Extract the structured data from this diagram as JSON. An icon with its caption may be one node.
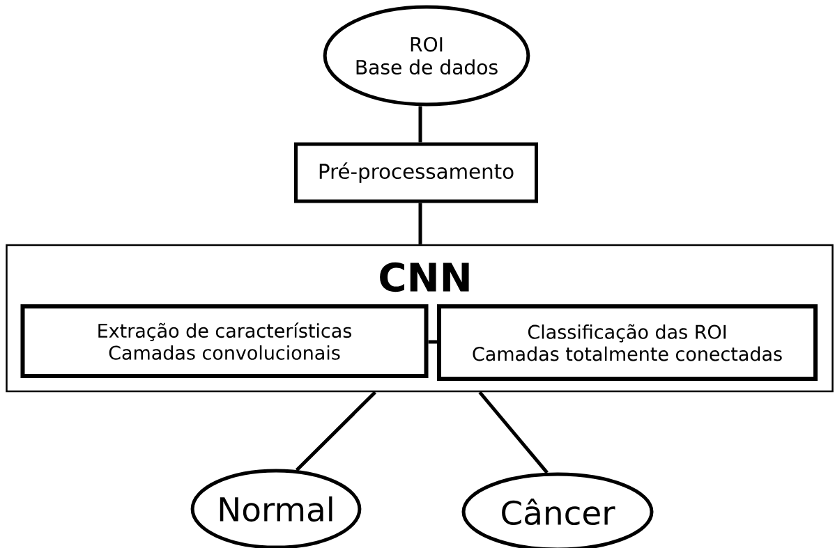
{
  "diagram": {
    "nodes": [
      {
        "text": [
          "ROI",
          "Base de dados"
        ]
      },
      {
        "text": [
          "Pré-processamento"
        ]
      },
      {
        "text": [
          "CNN"
        ]
      },
      {
        "text": [
          "Extração de características",
          "Camadas convolucionais"
        ],
        "in": 2
      },
      {
        "text": [
          "Classificação das ROI",
          "Camadas totalmente conectadas"
        ],
        "in": 2
      },
      {
        "text": [
          "Normal"
        ]
      },
      {
        "text": [
          "Câncer"
        ]
      }
    ],
    "edges": [
      {
        "from": 0,
        "to": 1,
        "arrow": "none"
      },
      {
        "from": 1,
        "to": 2,
        "arrow": "none"
      },
      {
        "from": 3,
        "to": 4,
        "arrow": "none"
      },
      {
        "from": 2,
        "to": 5,
        "arrow": "none"
      },
      {
        "from": 2,
        "to": 6,
        "arrow": "none"
      }
    ]
  }
}
